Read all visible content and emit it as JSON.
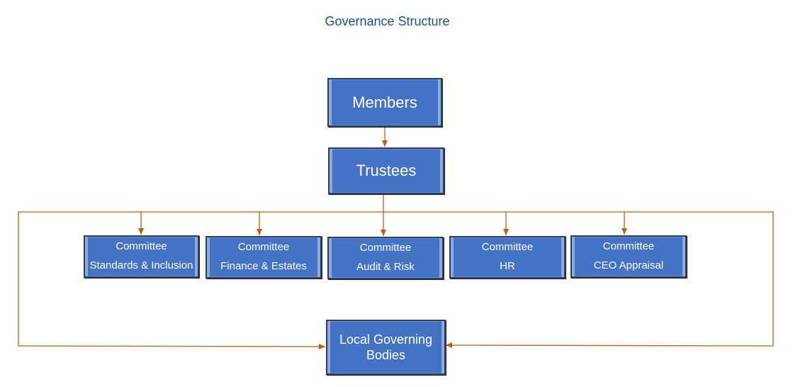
{
  "title": "Governance Structure",
  "members": "Members",
  "trustees": "Trustees",
  "committees": [
    {
      "line1": "Committee",
      "line2": "Standards & Inclusion"
    },
    {
      "line1": "Committee",
      "line2": "Finance & Estates"
    },
    {
      "line1": "Committee",
      "line2": "Audit & Risk"
    },
    {
      "line1": "Committee",
      "line2": "HR"
    },
    {
      "line1": "Committee",
      "line2": "CEO Appraisal"
    }
  ],
  "local_governing_bodies": {
    "line1": "Local Governing",
    "line2": "Bodies"
  },
  "colors": {
    "box_fill": "#4472c4",
    "box_border": "#2c3e5c",
    "connector": "#c55a11",
    "title": "#1f4e79"
  }
}
